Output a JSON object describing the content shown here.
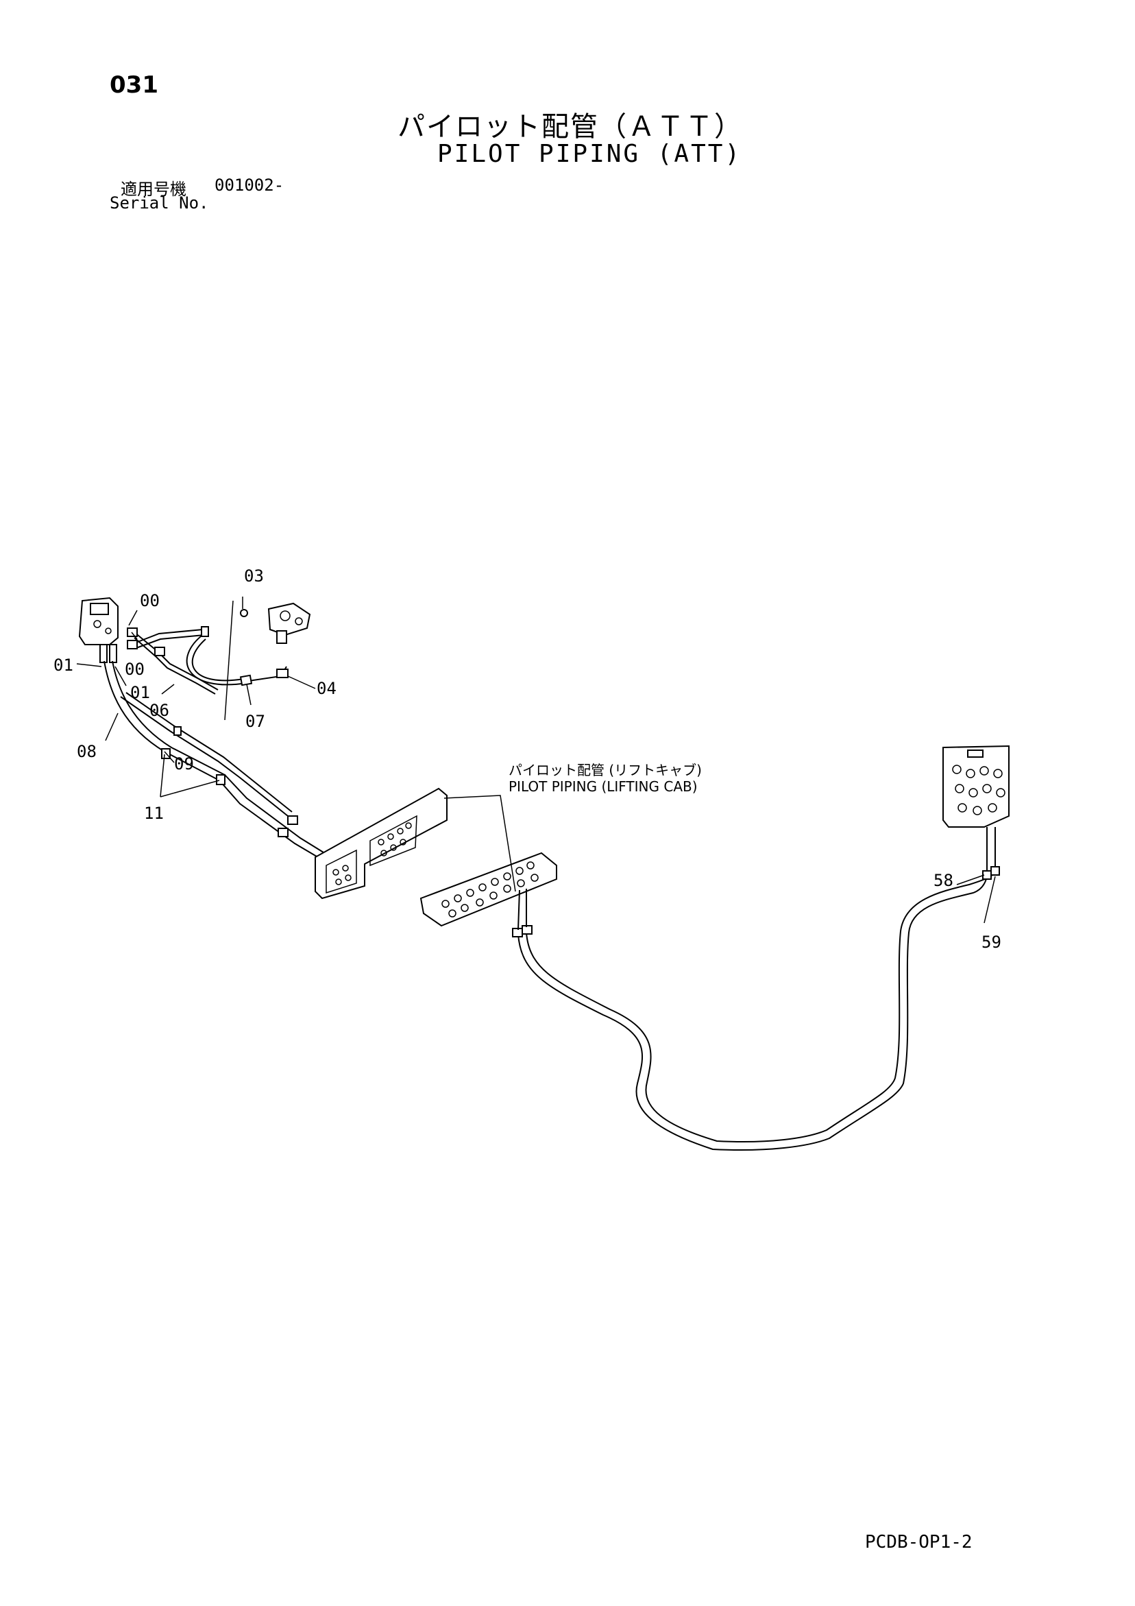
{
  "header": {
    "page_number": "031",
    "title_jp": "パイロット配管（ＡＴＴ）",
    "title_en": "PILOT PIPING (ATT)",
    "serial_label_jp": "適用号機",
    "serial_value": "001002-",
    "serial_label_en": "Serial No."
  },
  "diagram": {
    "callouts": {
      "c00a": "00",
      "c00b": "00",
      "c01a": "01",
      "c01b": "01",
      "c03": "03",
      "c04": "04",
      "c06": "06",
      "c07": "07",
      "c08": "08",
      "c09": "09",
      "c11": "11",
      "c58": "58",
      "c59": "59"
    },
    "note_jp": "パイロット配管 (リフトキャブ)",
    "note_en": "PILOT PIPING (LIFTING CAB)"
  },
  "footer": {
    "doc_code": "PCDB-OP1-2"
  }
}
